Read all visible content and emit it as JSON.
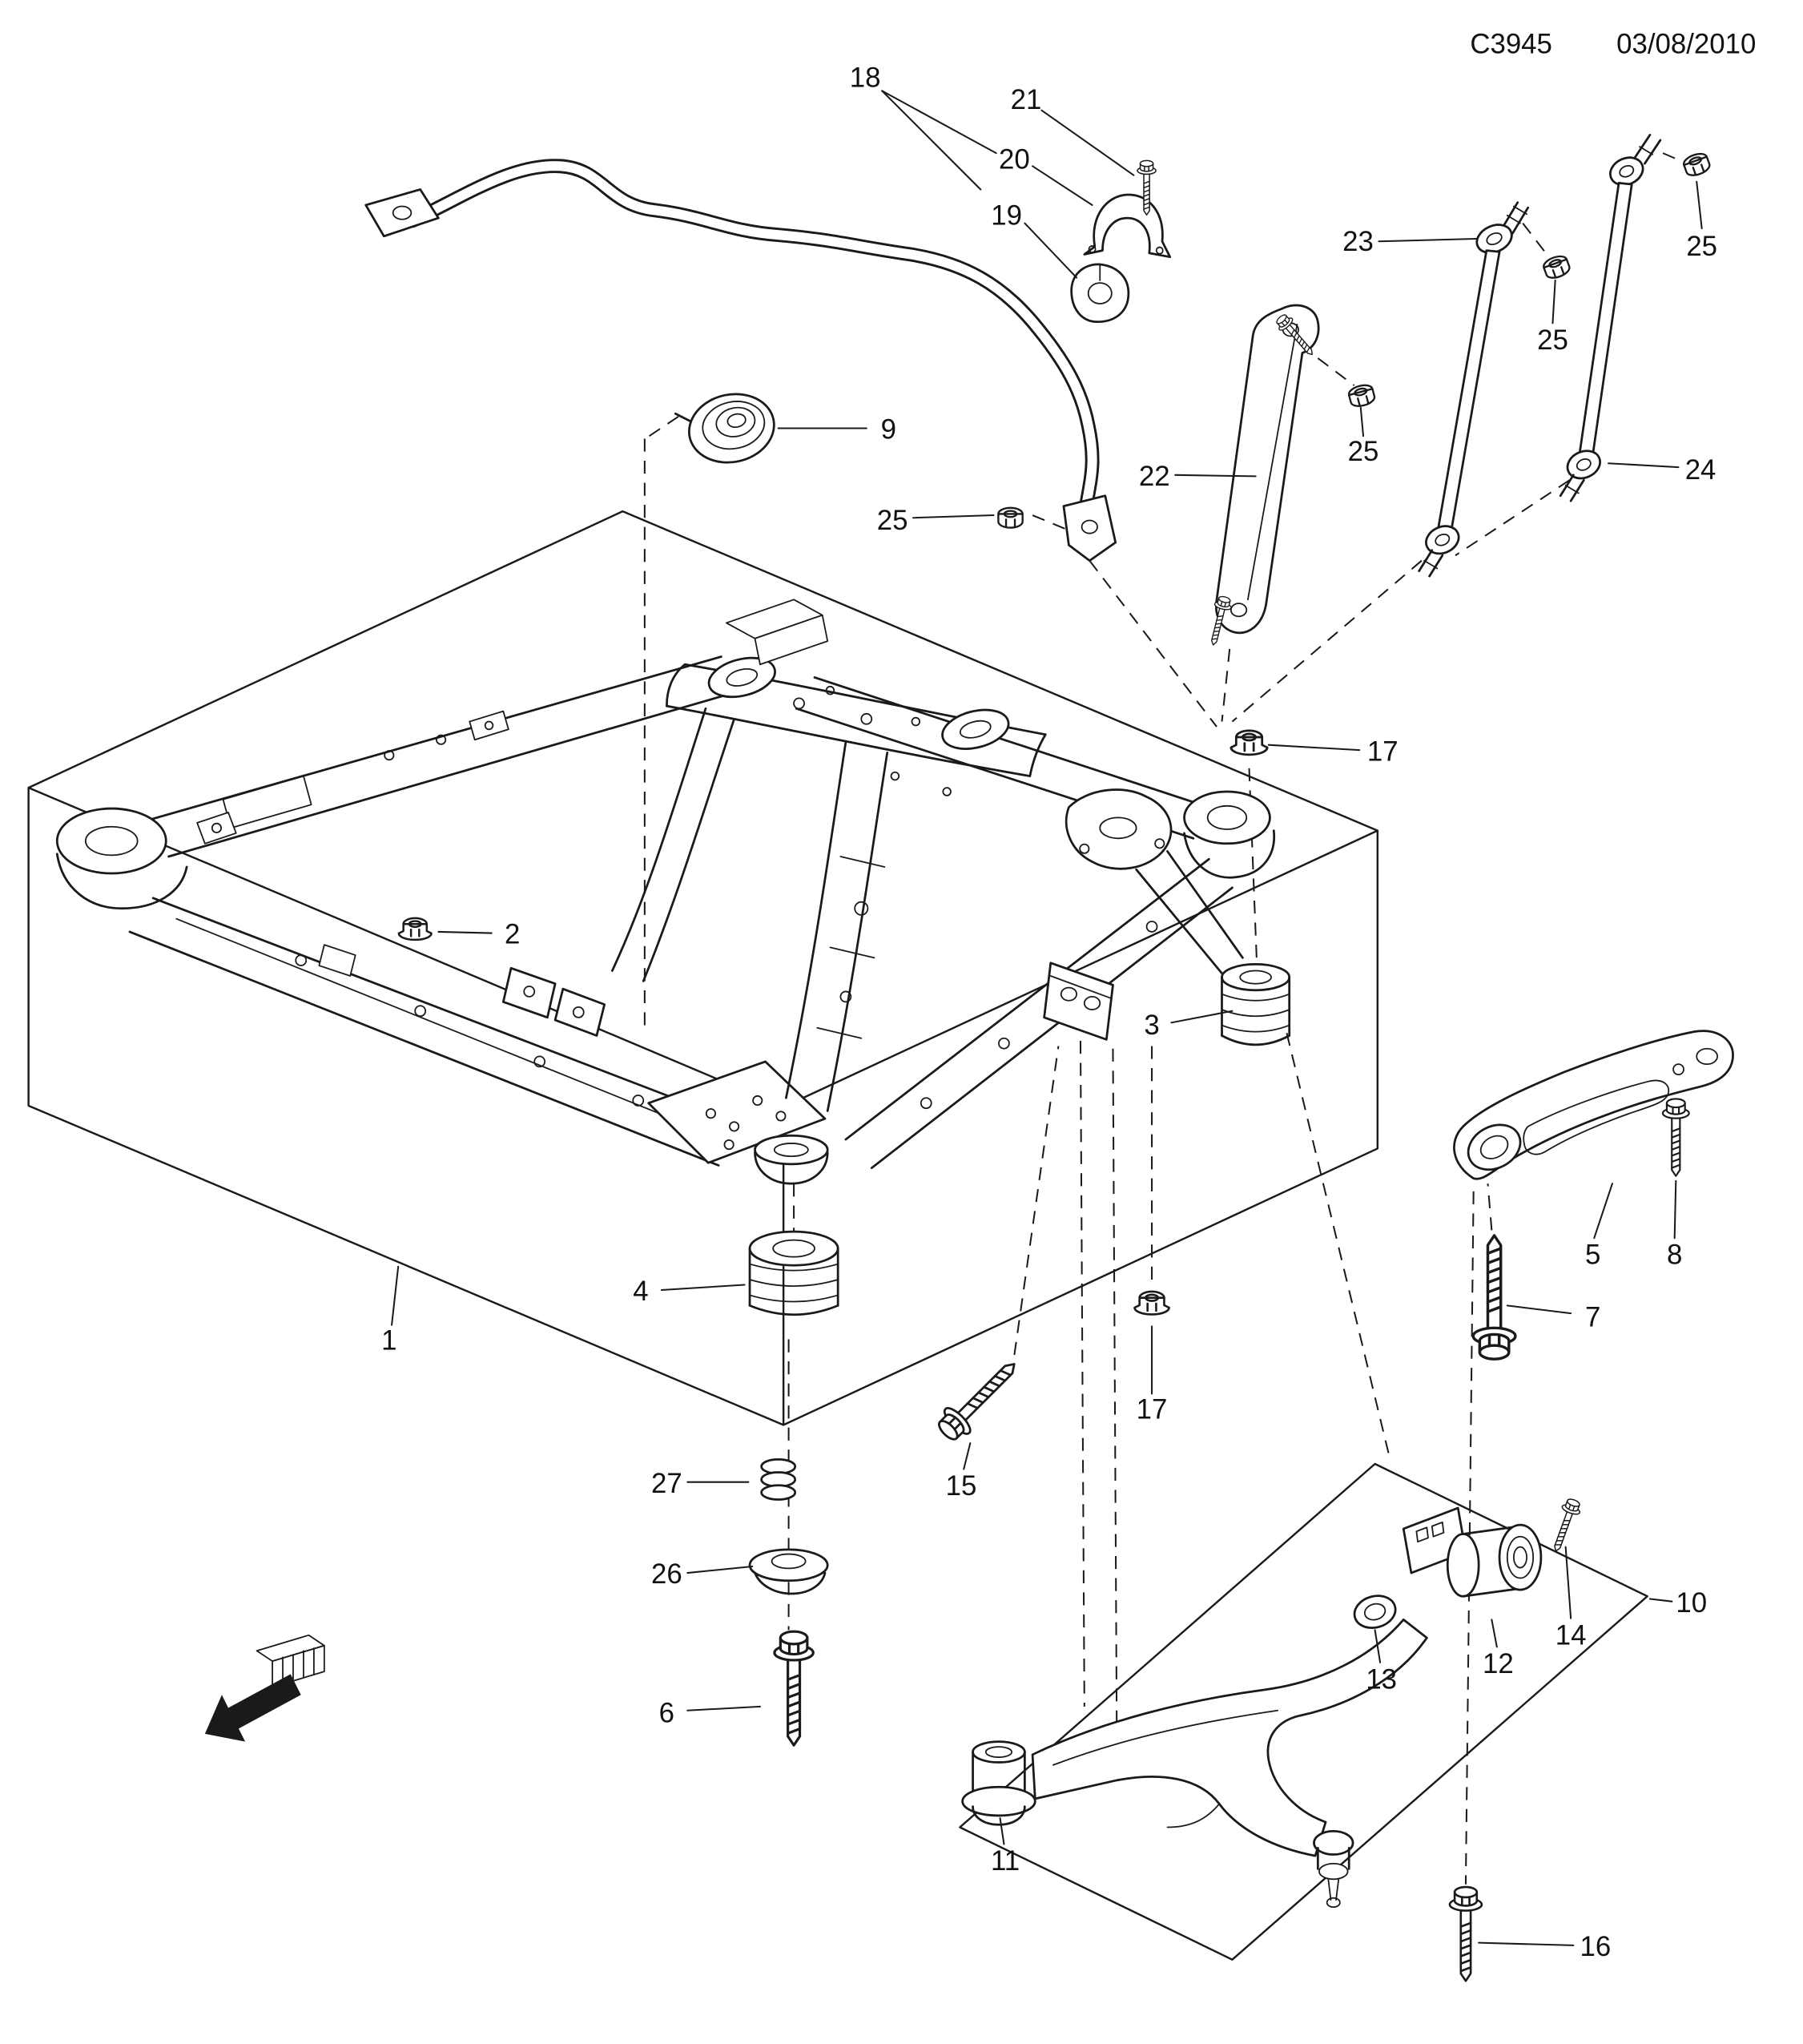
{
  "page": {
    "background": "#ffffff",
    "line_color": "#1a1a1a"
  },
  "header": {
    "diagram_code": "C3945",
    "date": "03/08/2010"
  },
  "diagram": {
    "type": "exploded-parts-diagram",
    "description": "Front subframe / crossmember with stabilizer bar, links and lower control arm",
    "front_direction_indicator_icon": "front-direction-arrow"
  },
  "callouts": [
    {
      "text": "18"
    },
    {
      "text": "21"
    },
    {
      "text": "20"
    },
    {
      "text": "19"
    },
    {
      "text": "23"
    },
    {
      "text": "25"
    },
    {
      "text": "25"
    },
    {
      "text": "25"
    },
    {
      "text": "9"
    },
    {
      "text": "25"
    },
    {
      "text": "22"
    },
    {
      "text": "24"
    },
    {
      "text": "17"
    },
    {
      "text": "2"
    },
    {
      "text": "3"
    },
    {
      "text": "1"
    },
    {
      "text": "4"
    },
    {
      "text": "5"
    },
    {
      "text": "8"
    },
    {
      "text": "7"
    },
    {
      "text": "17"
    },
    {
      "text": "15"
    },
    {
      "text": "27"
    },
    {
      "text": "26"
    },
    {
      "text": "6"
    },
    {
      "text": "10"
    },
    {
      "text": "14"
    },
    {
      "text": "12"
    },
    {
      "text": "13"
    },
    {
      "text": "11"
    },
    {
      "text": "16"
    }
  ]
}
